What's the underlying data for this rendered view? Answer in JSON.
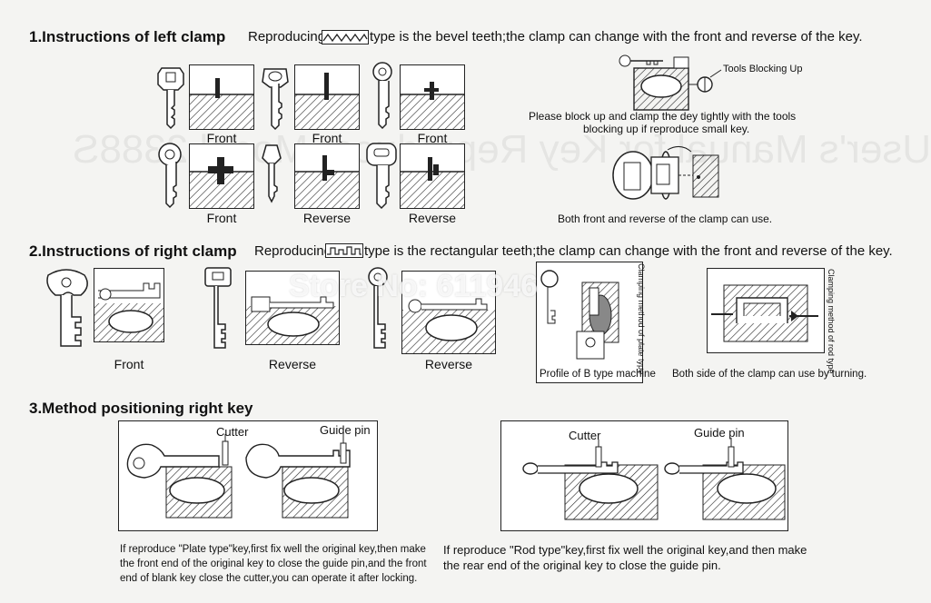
{
  "watermark": "Store No: 611946",
  "background_text": "User's Manual for Key Reproducer Model 2388S",
  "section1": {
    "title": "1.Instructions of left clamp",
    "desc_pre": "Reproducing",
    "desc_post": "type is the bevel teeth;the clamp can change with the front and reverse of the key.",
    "captions_row1": [
      "Front",
      "Front",
      "Front"
    ],
    "captions_row2": [
      "Front",
      "Reverse",
      "Reverse"
    ],
    "tools_label": "Tools Blocking Up",
    "block_note_line1": "Please block up and clamp the dey tightly with the tools",
    "block_note_line2": "blocking up if reproduce small key.",
    "both_note": "Both front and reverse of the clamp can use."
  },
  "section2": {
    "title": "2.Instructions of right clamp",
    "desc_pre": "Reproducing",
    "desc_post": "type is the rectangular teeth;the clamp can change with the front and reverse of the key.",
    "captions": [
      "Front",
      "Reverse",
      "Reverse"
    ],
    "vertical_label_1": "Clamping method of plate type",
    "vertical_label_2": "Clamping method of rod type",
    "profile_caption": "Profile of B type machine",
    "both_side_caption": "Both side of the clamp can use by turning."
  },
  "section3": {
    "title": "3.Method positioning right key",
    "left": {
      "cutter": "Cutter",
      "guide_pin": "Guide pin",
      "note_line1": "If reproduce \"Plate type\"key,first fix well the original key,then make",
      "note_line2": "the front end of the original key to close the guide pin,and the front",
      "note_line3": "end of blank key close the cutter,you can operate it after locking."
    },
    "right": {
      "cutter": "Cutter",
      "guide_pin": "Guide pin",
      "note_line1": "If reproduce \"Rod type\"key,first fix well the original key,and then make",
      "note_line2": "the rear end of the original key to close the guide pin."
    }
  }
}
